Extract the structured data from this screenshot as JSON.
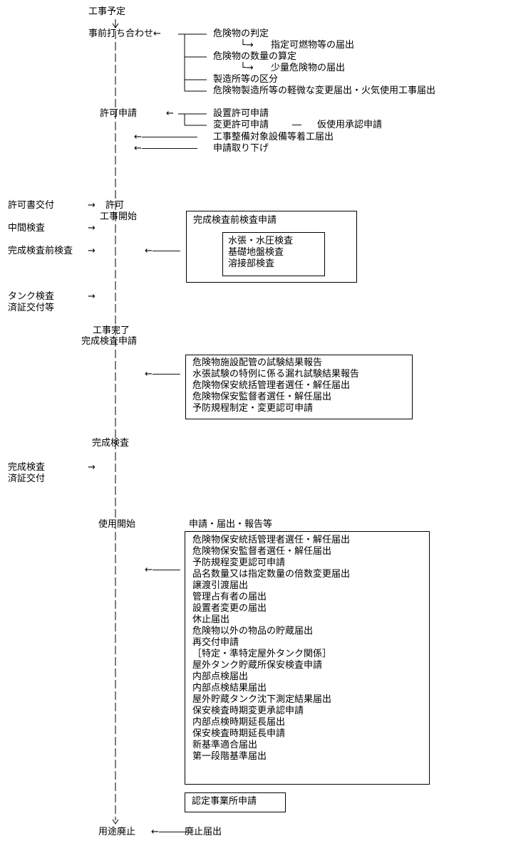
{
  "stages": {
    "s1": "工事予定",
    "s2": "事前打ち合わせ←",
    "s3": "許可申請",
    "s4": "許可",
    "s5": "工事開始",
    "s6": "工事完了",
    "s7": "完成検査申請",
    "s8": "完成検査",
    "s9": "使用開始",
    "s10": "用途廃止"
  },
  "pre_meeting": {
    "b1": "危険物の判定",
    "b1a": "指定可燃物等の届出",
    "b2": "危険物の数量の算定",
    "b2a": "少量危険物の届出",
    "b3": "製造所等の区分",
    "b4": "危険物製造所等の軽微な変更届出・火気使用工事届出"
  },
  "permit": {
    "p1": "設置許可申請",
    "p2": "変更許可申請",
    "p2a": "仮使用承認申請",
    "p3": "工事整備対象設備等着工届出",
    "p4": "申請取り下げ"
  },
  "left_events": {
    "e1": "許可書交付",
    "e2": "中間検査",
    "e3": "完成検査前検査",
    "e4a": "タンク検査",
    "e4b": "済証交付等",
    "e5a": "完成検査",
    "e5b": "済証交付"
  },
  "box_precheck": {
    "title": "完成検査前検査申請",
    "items": [
      "水張・水圧検査",
      "基礎地盤検査",
      "溶接部検査"
    ]
  },
  "box_reports": {
    "items": [
      "危険物施設配管の試験結果報告",
      "水張試験の特例に係る漏れ試験結果報告",
      "危険物保安統括管理者選任・解任届出",
      "危険物保安監督者選任・解任届出",
      "予防規程制定・変更認可申請"
    ]
  },
  "box_use": {
    "heading": "申請・届出・報告等",
    "items": [
      "危険物保安統括管理者選任・解任届出",
      "危険物保安監督者選任・解任届出",
      "予防規程変更認可申請",
      "品名数量又は指定数量の倍数変更届出",
      "譲渡引渡届出",
      "管理占有者の届出",
      "設置者変更の届出",
      "休止届出",
      "危険物以外の物品の貯蔵届出",
      "再交付申請",
      "［特定・準特定屋外タンク関係］",
      "屋外タンク貯蔵所保安検査申請",
      "内部点検届出",
      "内部点検結果届出",
      "屋外貯蔵タンク沈下測定結果届出",
      "保安検査時期変更承認申請",
      "内部点検時期延長届出",
      "保安検査時期延長申請",
      "新基準適合届出",
      "第一段階基準届出"
    ]
  },
  "box_cert": {
    "label": "認定事業所申請"
  },
  "abolish": {
    "label": "廃止届出"
  },
  "symbols": {
    "arrow_right": "→",
    "arrow_left_long": "←―――",
    "arrow_left_xl": "←――――――",
    "branch_arrow": "└→",
    "dash": "―"
  }
}
